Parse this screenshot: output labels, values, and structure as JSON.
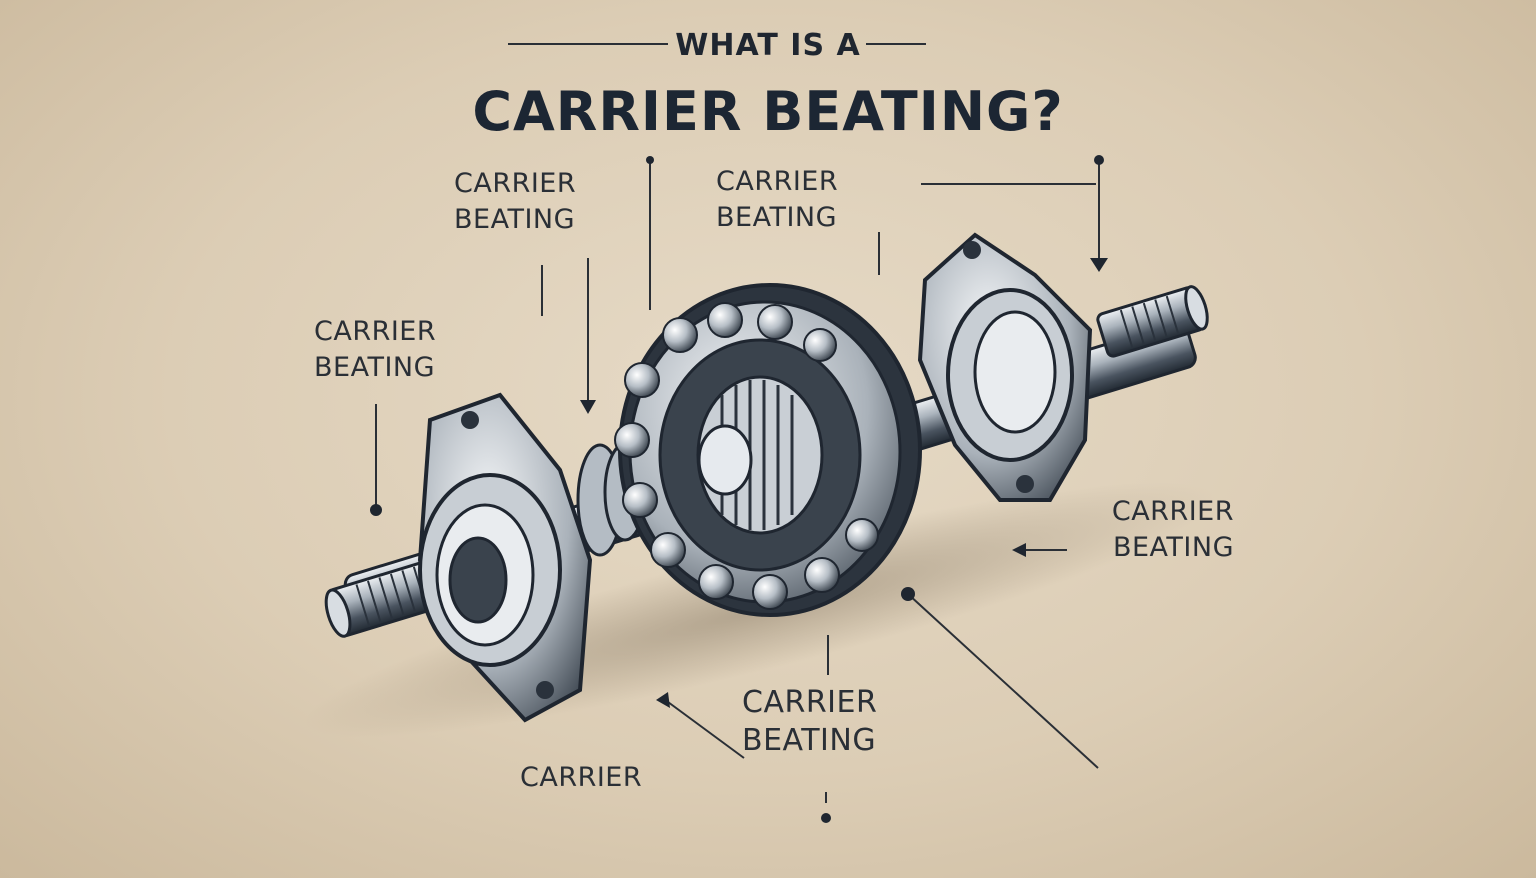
{
  "title": {
    "line1": "WHAT IS A",
    "line2": "CARRIER BEATING?"
  },
  "callouts": [
    {
      "id": "top-left",
      "line1": "CARRIER",
      "line2": "BEATING"
    },
    {
      "id": "top-center",
      "line1": "CARRIER",
      "line2": "BEATING"
    },
    {
      "id": "mid-left",
      "line1": "CARRIER",
      "line2": "BEATING"
    },
    {
      "id": "right",
      "line1": "CARRIER",
      "line2": "BEATING"
    },
    {
      "id": "bottom-center",
      "line1": "CARRIER",
      "line2": "BEATING"
    },
    {
      "id": "bottom-left",
      "line1": "CARRIER",
      "line2": ""
    }
  ],
  "colors": {
    "background": "#dccdb5",
    "ink": "#1c2633",
    "metal": "#9aa3ad",
    "steel_dark": "#3c4550"
  }
}
